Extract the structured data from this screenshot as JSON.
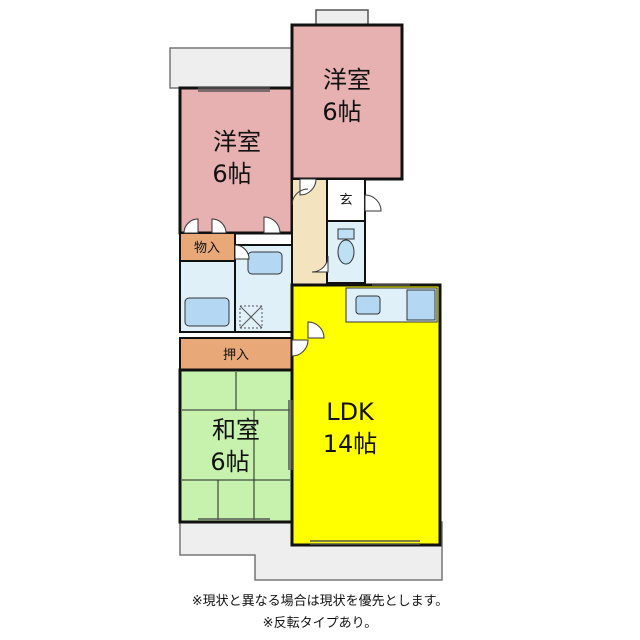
{
  "rooms": {
    "western_top": {
      "name": "洋室",
      "size": "6帖"
    },
    "western_left": {
      "name": "洋室",
      "size": "6帖"
    },
    "closet_small": {
      "name": "物入"
    },
    "entrance": {
      "name": "玄"
    },
    "closet_oshiire": {
      "name": "押入"
    },
    "japanese": {
      "name": "和室",
      "size": "6帖"
    },
    "ldk": {
      "name": "LDK",
      "size": "14帖"
    }
  },
  "colors": {
    "western": "#e6b1b0",
    "closet": "#e8a878",
    "hall": "#f3e3bf",
    "wet": "#dff0f8",
    "bath": "#b4d7f3",
    "japanese": "#c7f2ae",
    "ldk": "#ffff00",
    "balcony": "#eeeeee",
    "wall": "#111111"
  },
  "notes": {
    "line1": "※現状と異なる場合は現状を優先とします。",
    "line2": "※反転タイプあり。"
  }
}
